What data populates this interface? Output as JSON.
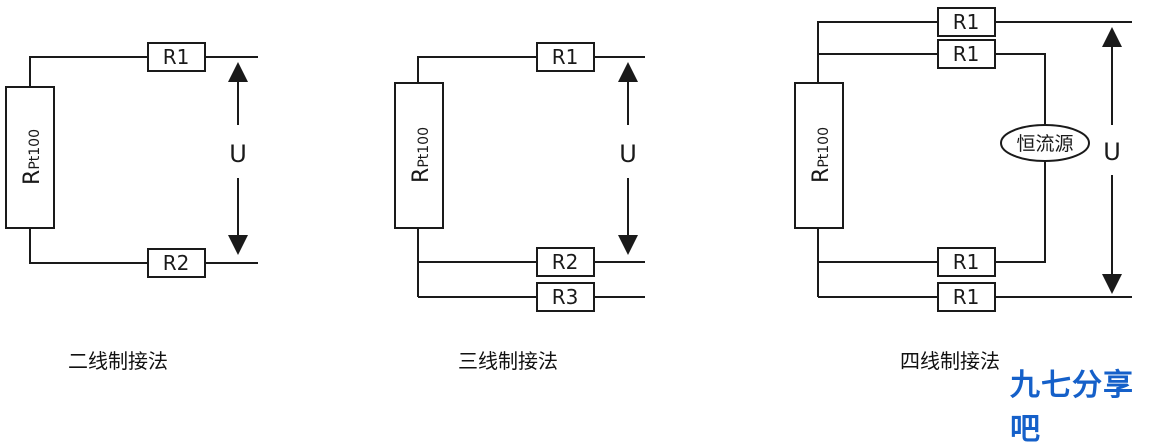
{
  "diagrams": {
    "two_wire": {
      "sensor": {
        "main": "R",
        "sub": "Pt100"
      },
      "r_top": "R1",
      "r_bottom": "R2",
      "voltage": "U",
      "caption": "二线制接法"
    },
    "three_wire": {
      "sensor": {
        "main": "R",
        "sub": "Pt100"
      },
      "r_top": "R1",
      "r_mid": "R2",
      "r_bottom": "R3",
      "voltage": "U",
      "caption": "三线制接法"
    },
    "four_wire": {
      "sensor": {
        "main": "R",
        "sub": "Pt100"
      },
      "r1": "R1",
      "r2": "R1",
      "r3": "R1",
      "r4": "R1",
      "source": "恒流源",
      "voltage": "U",
      "caption": "四线制接法"
    }
  },
  "watermark": "九七分享吧",
  "colors": {
    "line": "#1a1a1a",
    "watermark": "#1560c9"
  }
}
